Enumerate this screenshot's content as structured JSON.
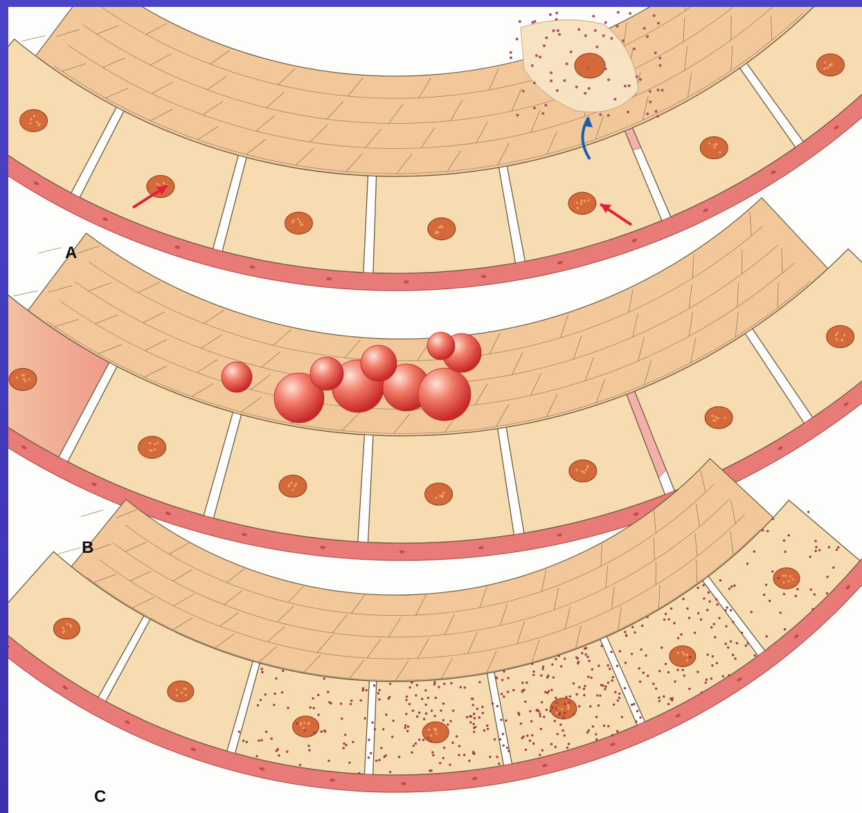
{
  "figure": {
    "panels": [
      {
        "label": "A",
        "arrows": [
          "red-arrow-left",
          "red-arrow-right",
          "blue-arrow-upward"
        ]
      },
      {
        "label": "B"
      },
      {
        "label": "C"
      }
    ],
    "colors": {
      "cell": "#f6dcb0",
      "cell_outline": "#6b5a40",
      "apical_surface": "#f2c89a",
      "nucleus": "#d46a3a",
      "basement_membrane": "#e87b78",
      "lumen_tissue": "#f3b1aa",
      "bleb": "#e8554a",
      "red_arrow": "#e3203a",
      "blue_arrow": "#1c5fae",
      "slide_border": "#3c34b4"
    }
  }
}
